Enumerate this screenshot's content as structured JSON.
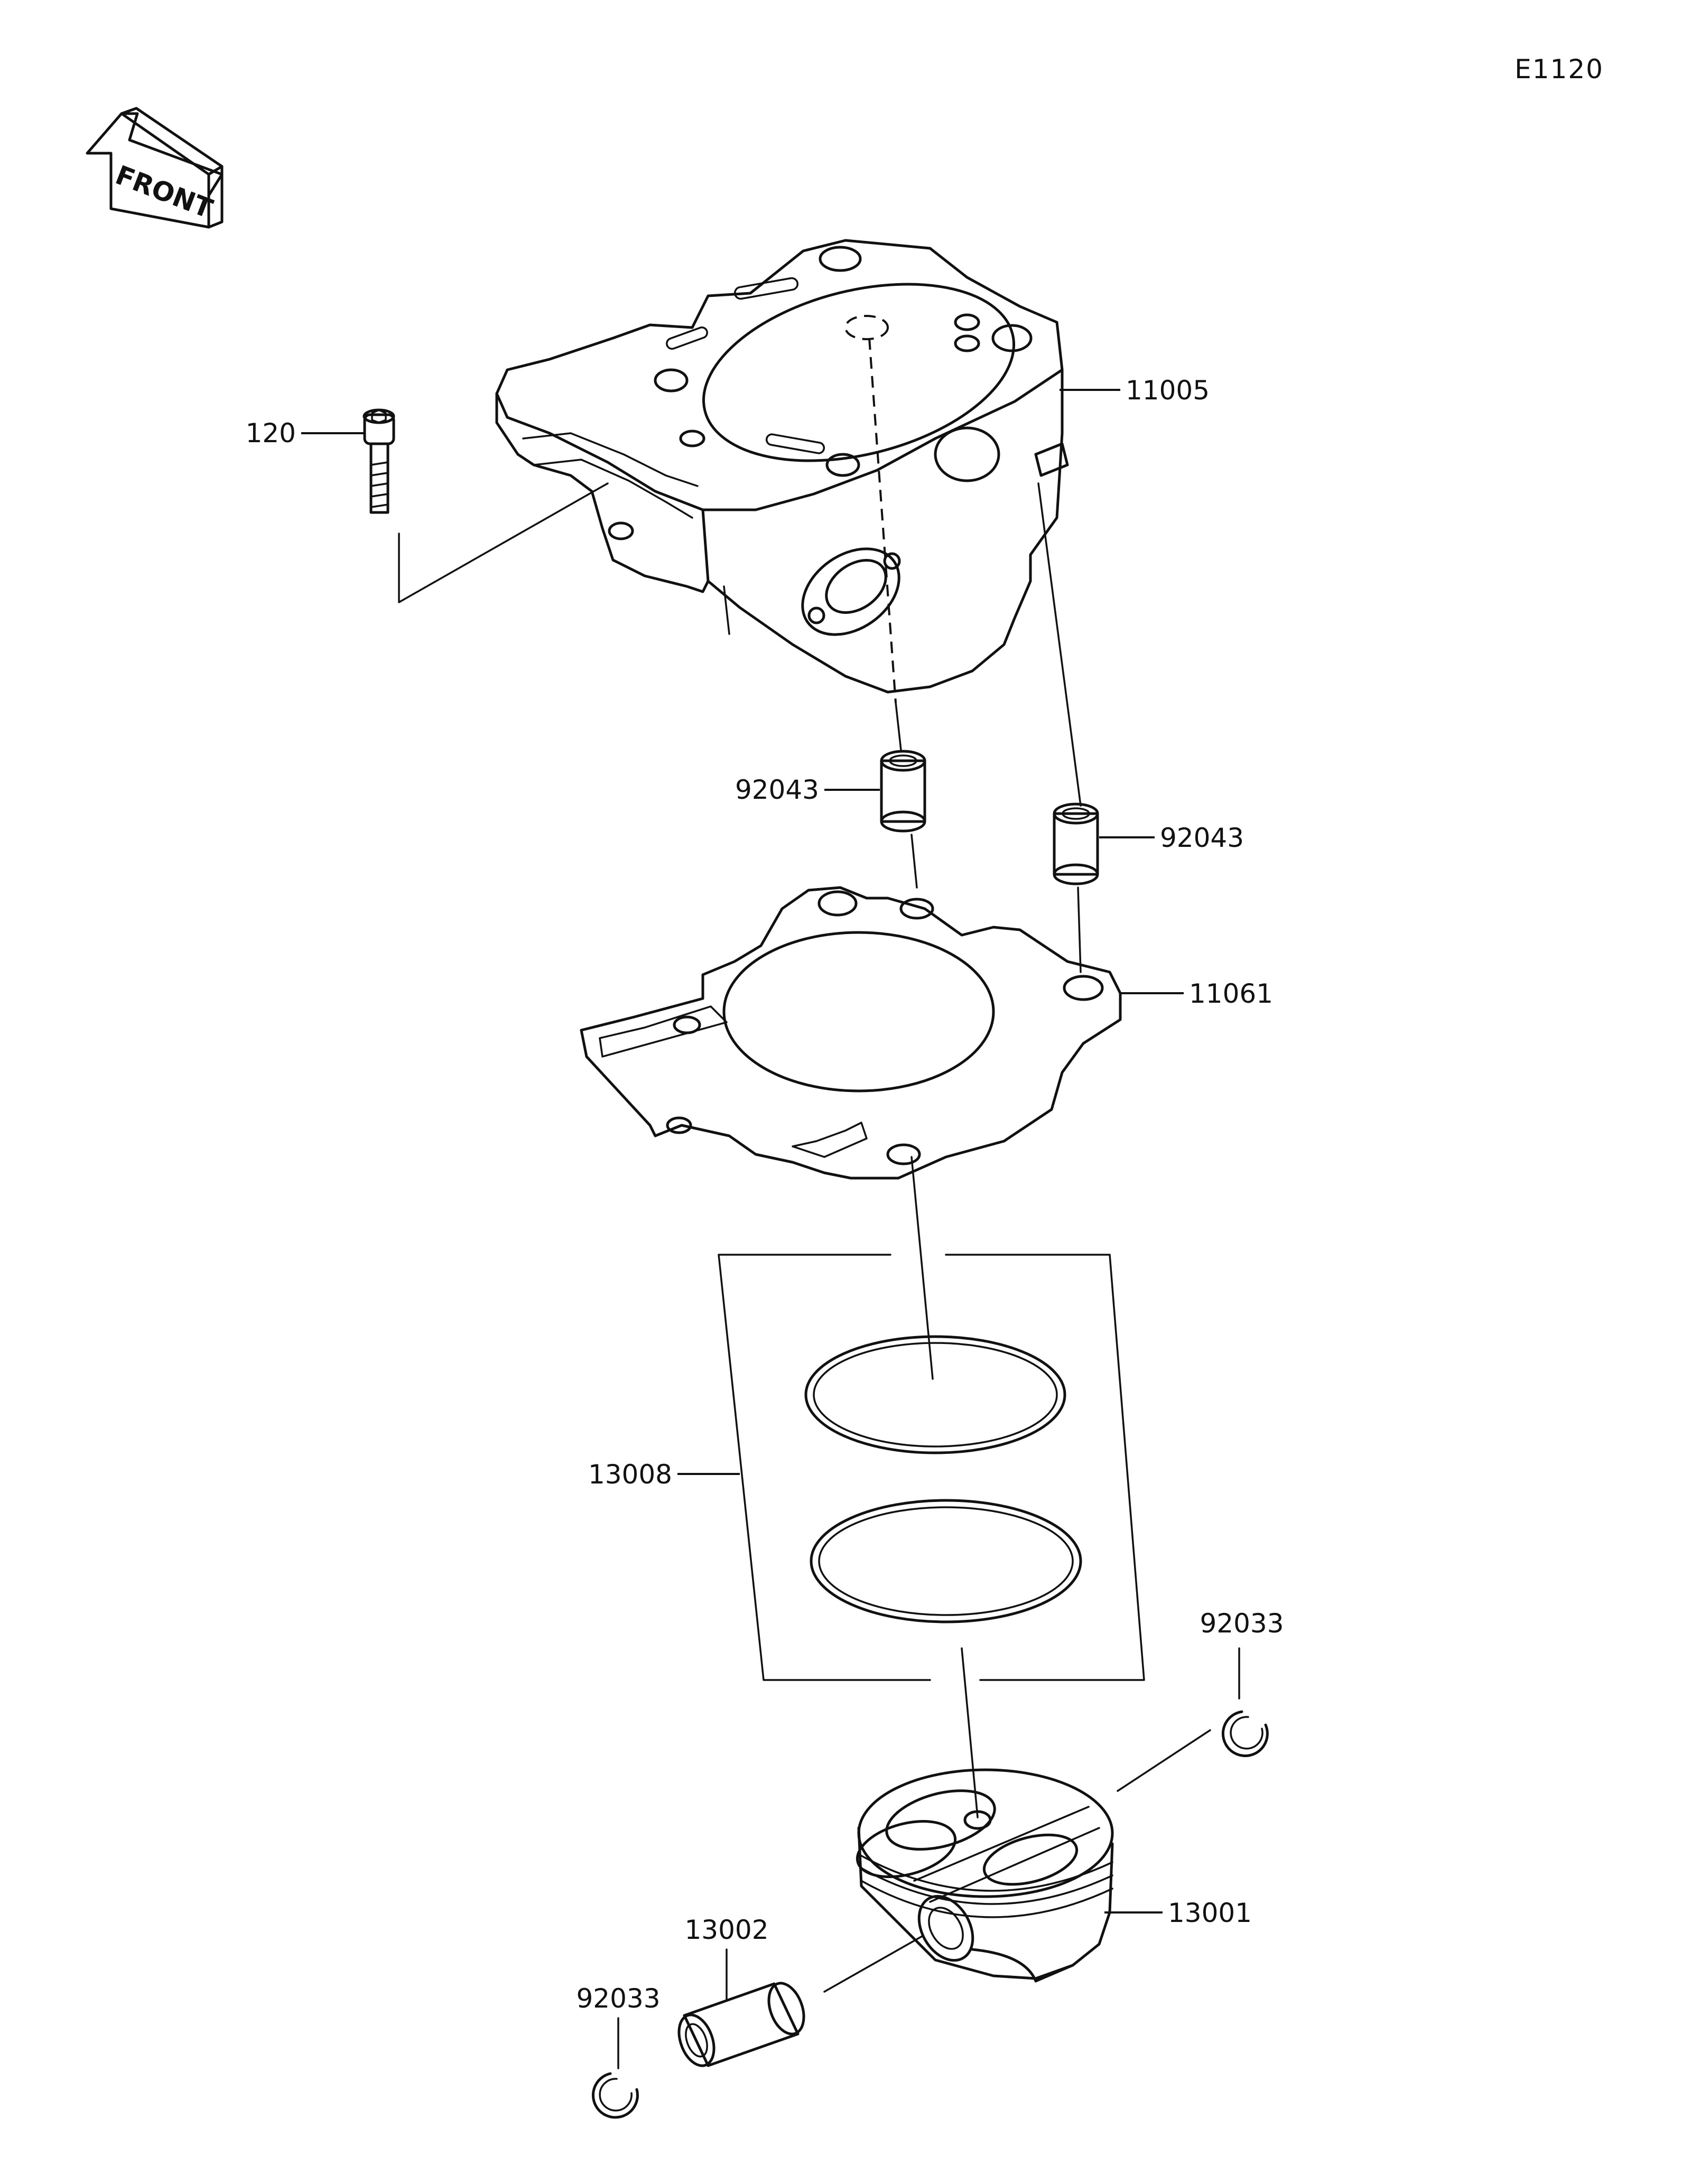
{
  "diagram_code": "E1120",
  "front_marker": {
    "label": "FRONT",
    "icon": "front-arrow-icon"
  },
  "callouts": {
    "bolt": "120",
    "cylinder": "11005",
    "dowel_left": "92043",
    "dowel_right": "92043",
    "gasket": "11061",
    "ring_set": "13008",
    "clip_right": "92033",
    "piston": "13001",
    "pin": "13002",
    "clip_left": "92033"
  }
}
